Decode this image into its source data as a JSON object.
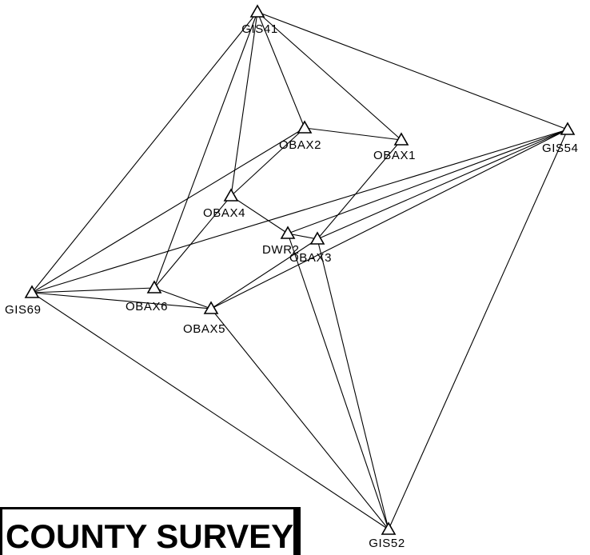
{
  "diagram": {
    "stations": [
      {
        "id": "GIS41",
        "label": "GIS41"
      },
      {
        "id": "GIS54",
        "label": "GIS54"
      },
      {
        "id": "OBAX2",
        "label": "OBAX2"
      },
      {
        "id": "OBAX1",
        "label": "OBAX1"
      },
      {
        "id": "OBAX4",
        "label": "OBAX4"
      },
      {
        "id": "DWR2",
        "label": "DWR2"
      },
      {
        "id": "OBAX3",
        "label": "OBAX3"
      },
      {
        "id": "GIS69",
        "label": "GIS69"
      },
      {
        "id": "OBAX6",
        "label": "OBAX6"
      },
      {
        "id": "OBAX5",
        "label": "OBAX5"
      },
      {
        "id": "GIS52",
        "label": "GIS52"
      }
    ],
    "connections": [
      [
        "GIS41",
        "GIS54"
      ],
      [
        "GIS41",
        "OBAX2"
      ],
      [
        "GIS41",
        "OBAX1"
      ],
      [
        "GIS41",
        "OBAX4"
      ],
      [
        "GIS41",
        "OBAX6"
      ],
      [
        "GIS41",
        "GIS69"
      ],
      [
        "OBAX2",
        "OBAX1"
      ],
      [
        "OBAX2",
        "GIS69"
      ],
      [
        "OBAX2",
        "OBAX4"
      ],
      [
        "OBAX1",
        "OBAX3"
      ],
      [
        "OBAX4",
        "OBAX6"
      ],
      [
        "OBAX4",
        "DWR2"
      ],
      [
        "GIS54",
        "GIS69"
      ],
      [
        "GIS54",
        "DWR2"
      ],
      [
        "GIS54",
        "OBAX3"
      ],
      [
        "GIS54",
        "OBAX5"
      ],
      [
        "GIS54",
        "GIS52"
      ],
      [
        "DWR2",
        "OBAX3"
      ],
      [
        "DWR2",
        "GIS52"
      ],
      [
        "OBAX3",
        "OBAX5"
      ],
      [
        "OBAX3",
        "GIS52"
      ],
      [
        "GIS69",
        "OBAX6"
      ],
      [
        "GIS69",
        "OBAX5"
      ],
      [
        "GIS69",
        "GIS52"
      ],
      [
        "OBAX6",
        "OBAX5"
      ],
      [
        "OBAX5",
        "GIS52"
      ]
    ]
  },
  "title_box": {
    "text": "COUNTY SURVEYOR"
  }
}
